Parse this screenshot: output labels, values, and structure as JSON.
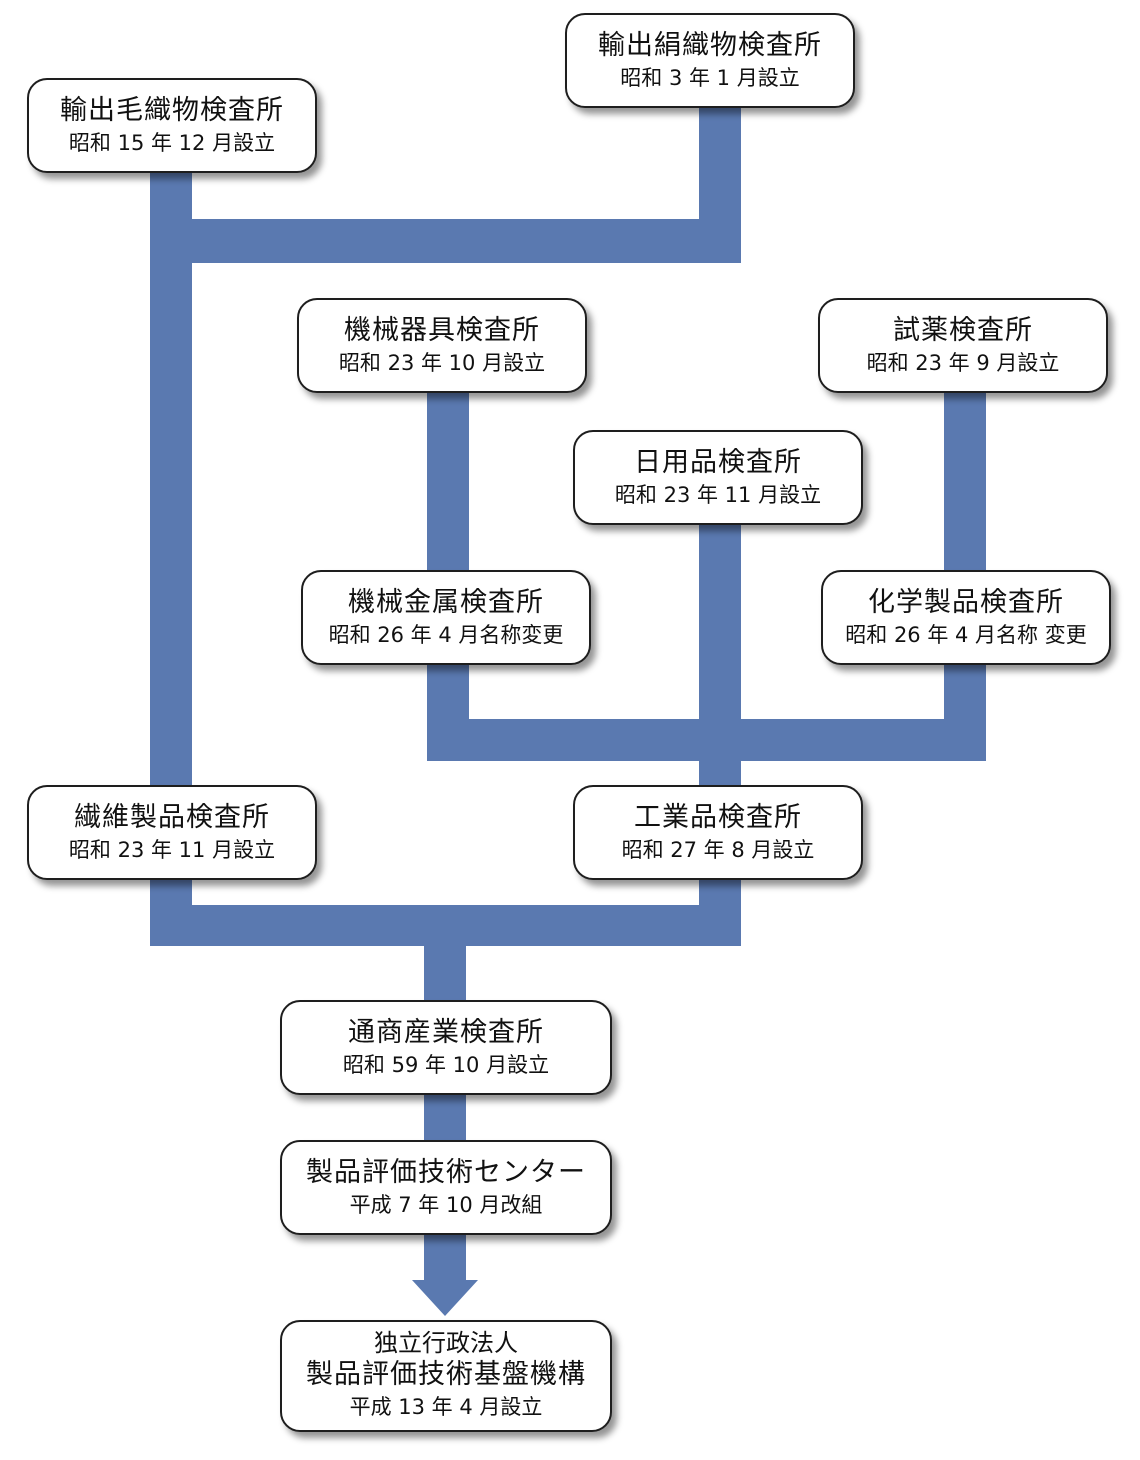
{
  "colors": {
    "connector": "#5a79b0",
    "box_border": "#1e1e1e",
    "text": "#111111"
  },
  "nodes": {
    "wool": {
      "name": "輸出毛織物検査所",
      "date": "昭和 15 年 12 月設立"
    },
    "silk": {
      "name": "輸出絹織物検査所",
      "date": "昭和 3 年 1 月設立"
    },
    "machinery": {
      "name": "機械器具検査所",
      "date": "昭和 23 年 10 月設立"
    },
    "reagent": {
      "name": "試薬検査所",
      "date": "昭和 23 年 9 月設立"
    },
    "daily": {
      "name": "日用品検査所",
      "date": "昭和 23 年 11 月設立"
    },
    "metal": {
      "name": "機械金属検査所",
      "date": "昭和 26 年 4 月名称変更"
    },
    "chemical": {
      "name": "化学製品検査所",
      "date": "昭和 26 年 4 月名称 変更"
    },
    "textile": {
      "name": "繊維製品検査所",
      "date": "昭和 23 年 11 月設立"
    },
    "industrial": {
      "name": "工業品検査所",
      "date": "昭和 27 年 8 月設立"
    },
    "miti": {
      "name": "通商産業検査所",
      "date": "昭和 59 年 10 月設立"
    },
    "center": {
      "name": "製品評価技術センター",
      "date": "平成 7 年 10 月改組"
    },
    "nite": {
      "sub": "独立行政法人",
      "name": "製品評価技術基盤機構",
      "date": "平成 13 年 4 月設立"
    }
  }
}
